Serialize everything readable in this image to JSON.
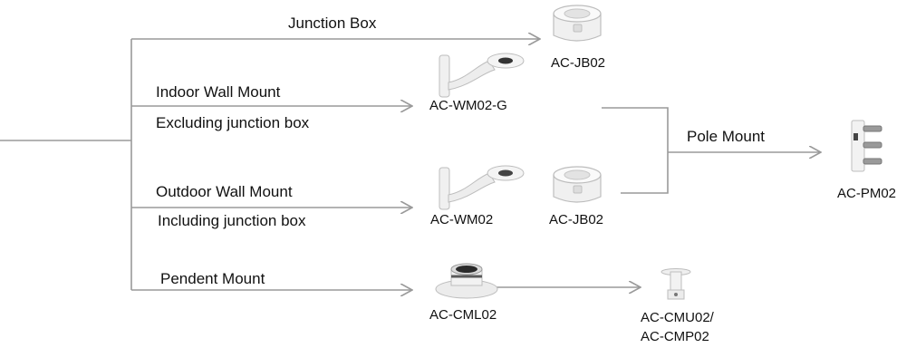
{
  "branches": {
    "junction_box": "Junction Box",
    "indoor_wall_mount": "Indoor Wall Mount",
    "indoor_note": "Excluding junction box",
    "outdoor_wall_mount": "Outdoor Wall Mount",
    "outdoor_note": "Including junction box",
    "pendent_mount": "Pendent Mount",
    "pole_mount": "Pole Mount"
  },
  "products": {
    "jb_top": "AC-JB02",
    "wm_indoor": "AC-WM02-G",
    "wm_outdoor": "AC-WM02",
    "jb_outdoor": "AC-JB02",
    "pole": "AC-PM02",
    "cml": "AC-CML02",
    "cmu_line1": "AC-CMU02/",
    "cmu_line2": "AC-CMP02"
  },
  "colors": {
    "line": "#9a9a9a",
    "product_fill": "#eeeeee",
    "product_stroke": "#b8b8b8"
  }
}
